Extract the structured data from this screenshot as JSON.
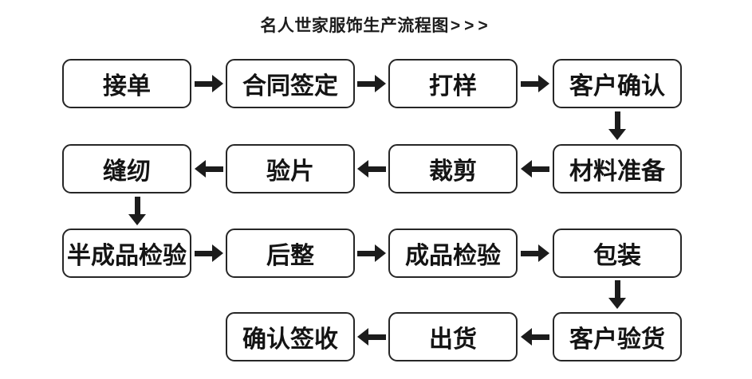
{
  "title": {
    "main": "名人世家服饰生产流程图",
    "arrows_suffix": ">>>"
  },
  "colors": {
    "line": "#1c1c1c",
    "box_border": "#262626",
    "box_fill": "#ffffff",
    "background": "#ffffff",
    "text": "#141414"
  },
  "flow": {
    "rows": [
      {
        "direction": "right",
        "nodes": [
          {
            "label": "接单"
          },
          {
            "label": "合同签定"
          },
          {
            "label": "打样"
          },
          {
            "label": "客户确认"
          }
        ]
      },
      {
        "direction": "left",
        "nodes": [
          {
            "label": "缝纫"
          },
          {
            "label": "验片"
          },
          {
            "label": "裁剪"
          },
          {
            "label": "材料准备"
          }
        ]
      },
      {
        "direction": "right",
        "nodes": [
          {
            "label": "半成品检验"
          },
          {
            "label": "后整"
          },
          {
            "label": "成品检验"
          },
          {
            "label": "包装"
          }
        ]
      },
      {
        "direction": "left",
        "nodes": [
          {
            "label": "确认签收"
          },
          {
            "label": "出货"
          },
          {
            "label": "客户验货"
          }
        ]
      }
    ],
    "connections": [
      "接单→合同签定",
      "合同签定→打样",
      "打样→客户确认",
      "客户确认→材料准备",
      "材料准备→裁剪",
      "裁剪→验片",
      "验片→缝纫",
      "缝纫→半成品检验",
      "半成品检验→后整",
      "后整→成品检验",
      "成品检验→包装",
      "包装→客户验货",
      "客户验货→出货",
      "出货→确认签收"
    ]
  }
}
